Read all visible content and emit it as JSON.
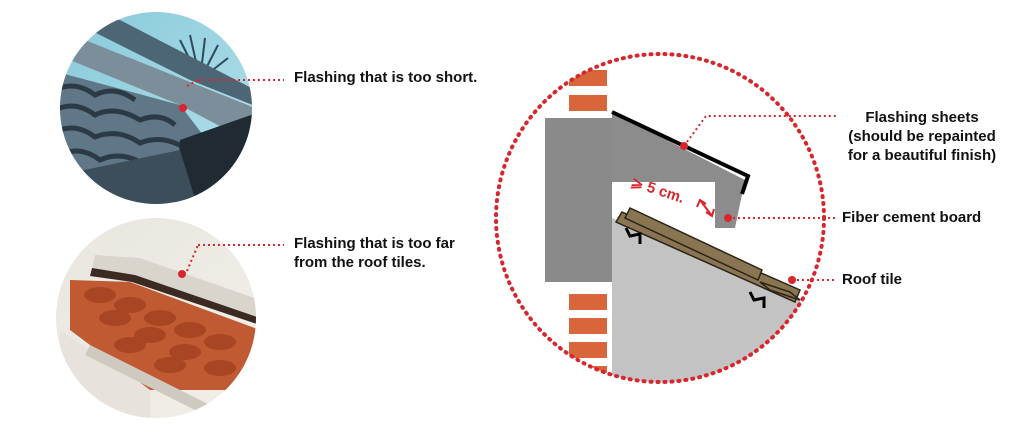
{
  "callouts": {
    "too_short": "Flashing that is too short.",
    "too_far_line1": "Flashing that is too far",
    "too_far_line2": "from the roof tiles.",
    "sheets_line1": "Flashing sheets",
    "sheets_line2": "(should be repainted",
    "sheets_line3": "for a beautiful finish)",
    "fiber_board": "Fiber cement board",
    "roof_tile": "Roof tile"
  },
  "dimension": {
    "text": "⩾ 5 cm."
  },
  "colors": {
    "callout_dot": "#d7262d",
    "callout_line": "#d7262d",
    "circle_border": "#d7262d",
    "flashing": "#8c8c8c",
    "wall": "#8a8a8a",
    "brick": "#d9663a",
    "fiber_board": "#8a7552",
    "roof_slope": "#c3c3c3",
    "text": "#111111"
  }
}
